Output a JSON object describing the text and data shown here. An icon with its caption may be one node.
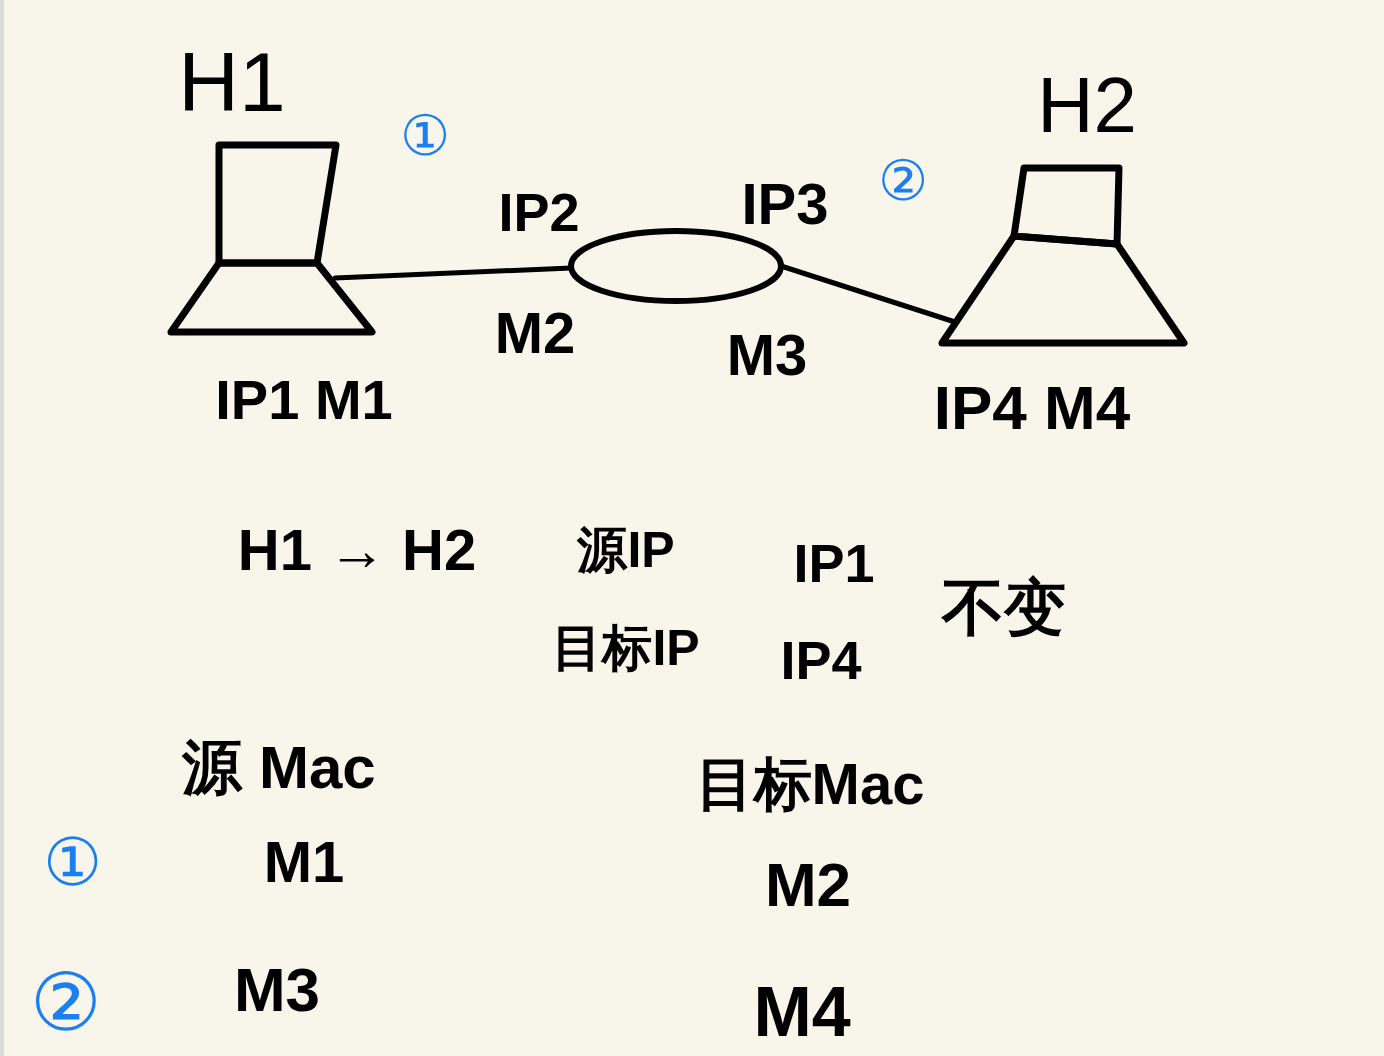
{
  "diagram": {
    "nodes": [
      {
        "text": [
          "H1"
        ],
        "beside": [
          "IP1 M1"
        ]
      },
      {
        "text": [],
        "shape": "ellipse",
        "beside": [
          "IP2",
          "M2",
          "IP3",
          "M3"
        ]
      },
      {
        "text": [
          "H2"
        ],
        "beside": [
          "IP4 M4"
        ]
      }
    ],
    "edges": [
      {
        "from": 0,
        "to": 1,
        "arrow": "none"
      },
      {
        "from": 1,
        "to": 2,
        "arrow": "none"
      }
    ],
    "labels": [
      "①",
      "②",
      "H1 → H2",
      "源IP",
      "IP1",
      "不变",
      "目标IP",
      "IP4",
      "源 Mac",
      "目标Mac",
      "①",
      "M1",
      "M2",
      "②",
      "M3",
      "M4"
    ]
  }
}
